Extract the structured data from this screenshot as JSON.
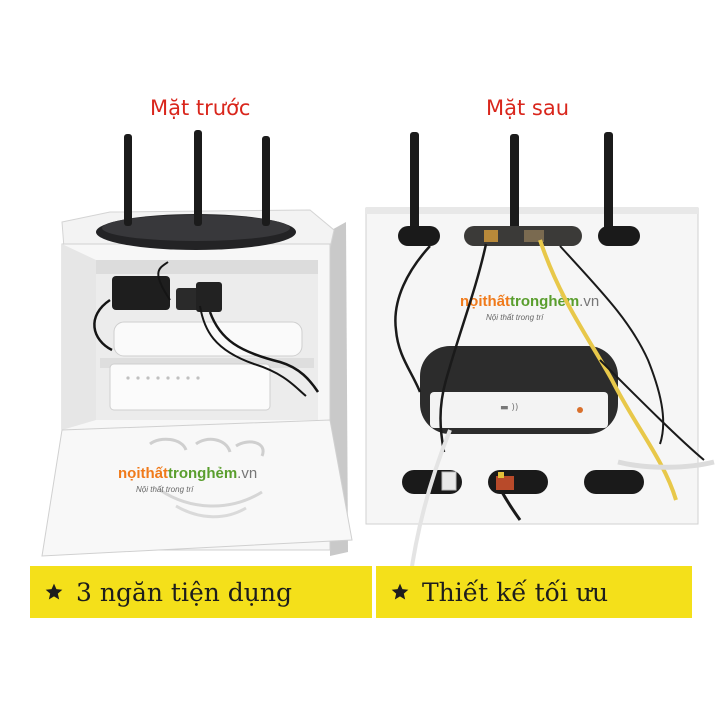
{
  "labels": {
    "front": "Mặt trước",
    "back": "Mặt sau"
  },
  "brand": {
    "name": "nọithấttronghẻm.vn",
    "tagline": "Nội thất trong trí"
  },
  "features": [
    {
      "icon": "star-icon",
      "text": "3 ngăn tiện dụng"
    },
    {
      "icon": "star-icon",
      "text": "Thiết kế tối ưu"
    }
  ],
  "colors": {
    "label_red": "#d9261c",
    "banner_yellow": "#f4e01a",
    "brand_orange": "#f07a1a",
    "brand_green": "#5a9e2e",
    "cable_yellow": "#e8c84a"
  }
}
